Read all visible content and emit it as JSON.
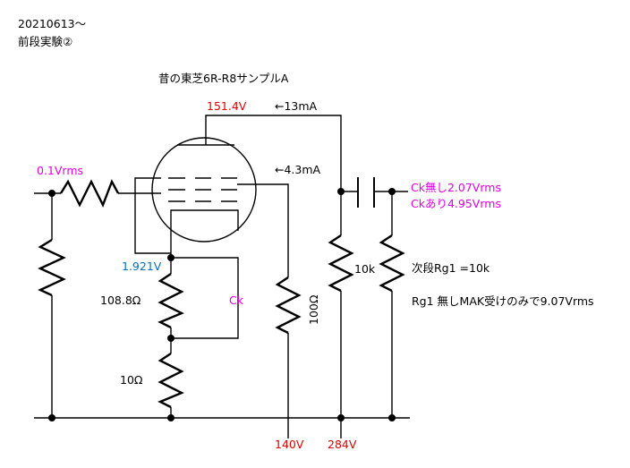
{
  "header": {
    "line1": "20210613～",
    "line2": "前段実験②"
  },
  "title": "昔の東芝6R-R8サンプルA",
  "voltages": {
    "plate_supply": "151.4V",
    "cathode": "1.921V",
    "screen_bottom": "140V",
    "supply_bottom": "284V"
  },
  "currents": {
    "plate": "←13mA",
    "screen": "←4.3mA"
  },
  "signals": {
    "input": "0.1Vrms",
    "out_no_ck": "Ck無し2.07Vrms",
    "out_with_ck": "Ckあり4.95Vrms"
  },
  "components": {
    "cathode_res": "108.8Ω",
    "bottom_res": "10Ω",
    "bypass_cap": "Ck",
    "screen_res": "100Ω",
    "load_res": "10k"
  },
  "notes": {
    "next_stage": "次段Rg1 =10k",
    "mak": "Rg1 無しMAK受けのみで9.07Vrms"
  },
  "colors": {
    "voltage": "#e00000",
    "signal": "#e000e0",
    "cathode_voltage": "#0070c0"
  }
}
